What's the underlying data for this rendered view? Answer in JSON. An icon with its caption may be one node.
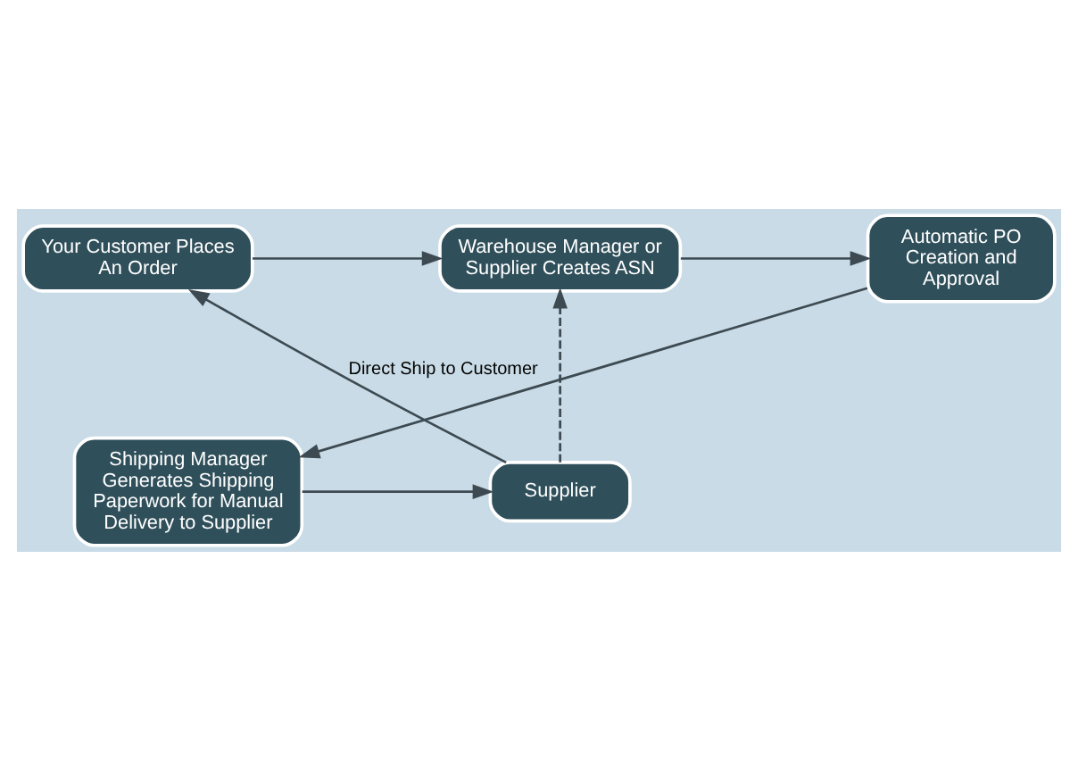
{
  "diagram": {
    "nodes": [
      {
        "text": [
          "Your Customer Places An Order"
        ]
      },
      {
        "text": [
          "Warehouse Manager or Supplier Creates ASN"
        ]
      },
      {
        "text": [
          "Automatic PO Creation and Approval"
        ]
      },
      {
        "text": [
          "Shipping Manager Generates Shipping Paperwork for Manual Delivery to Supplier"
        ]
      },
      {
        "text": [
          "Supplier"
        ]
      }
    ],
    "edges": [
      {
        "from": 0,
        "to": 1,
        "arrow": "to"
      },
      {
        "from": 1,
        "to": 2,
        "arrow": "to"
      },
      {
        "from": 2,
        "to": 3,
        "arrow": "to"
      },
      {
        "from": 3,
        "to": 4,
        "arrow": "to"
      },
      {
        "from": 4,
        "to": 1,
        "arrow": "to",
        "style": "dashed"
      },
      {
        "from": 4,
        "to": 0,
        "arrow": "to",
        "label": "Direct Ship to Customer"
      }
    ]
  }
}
